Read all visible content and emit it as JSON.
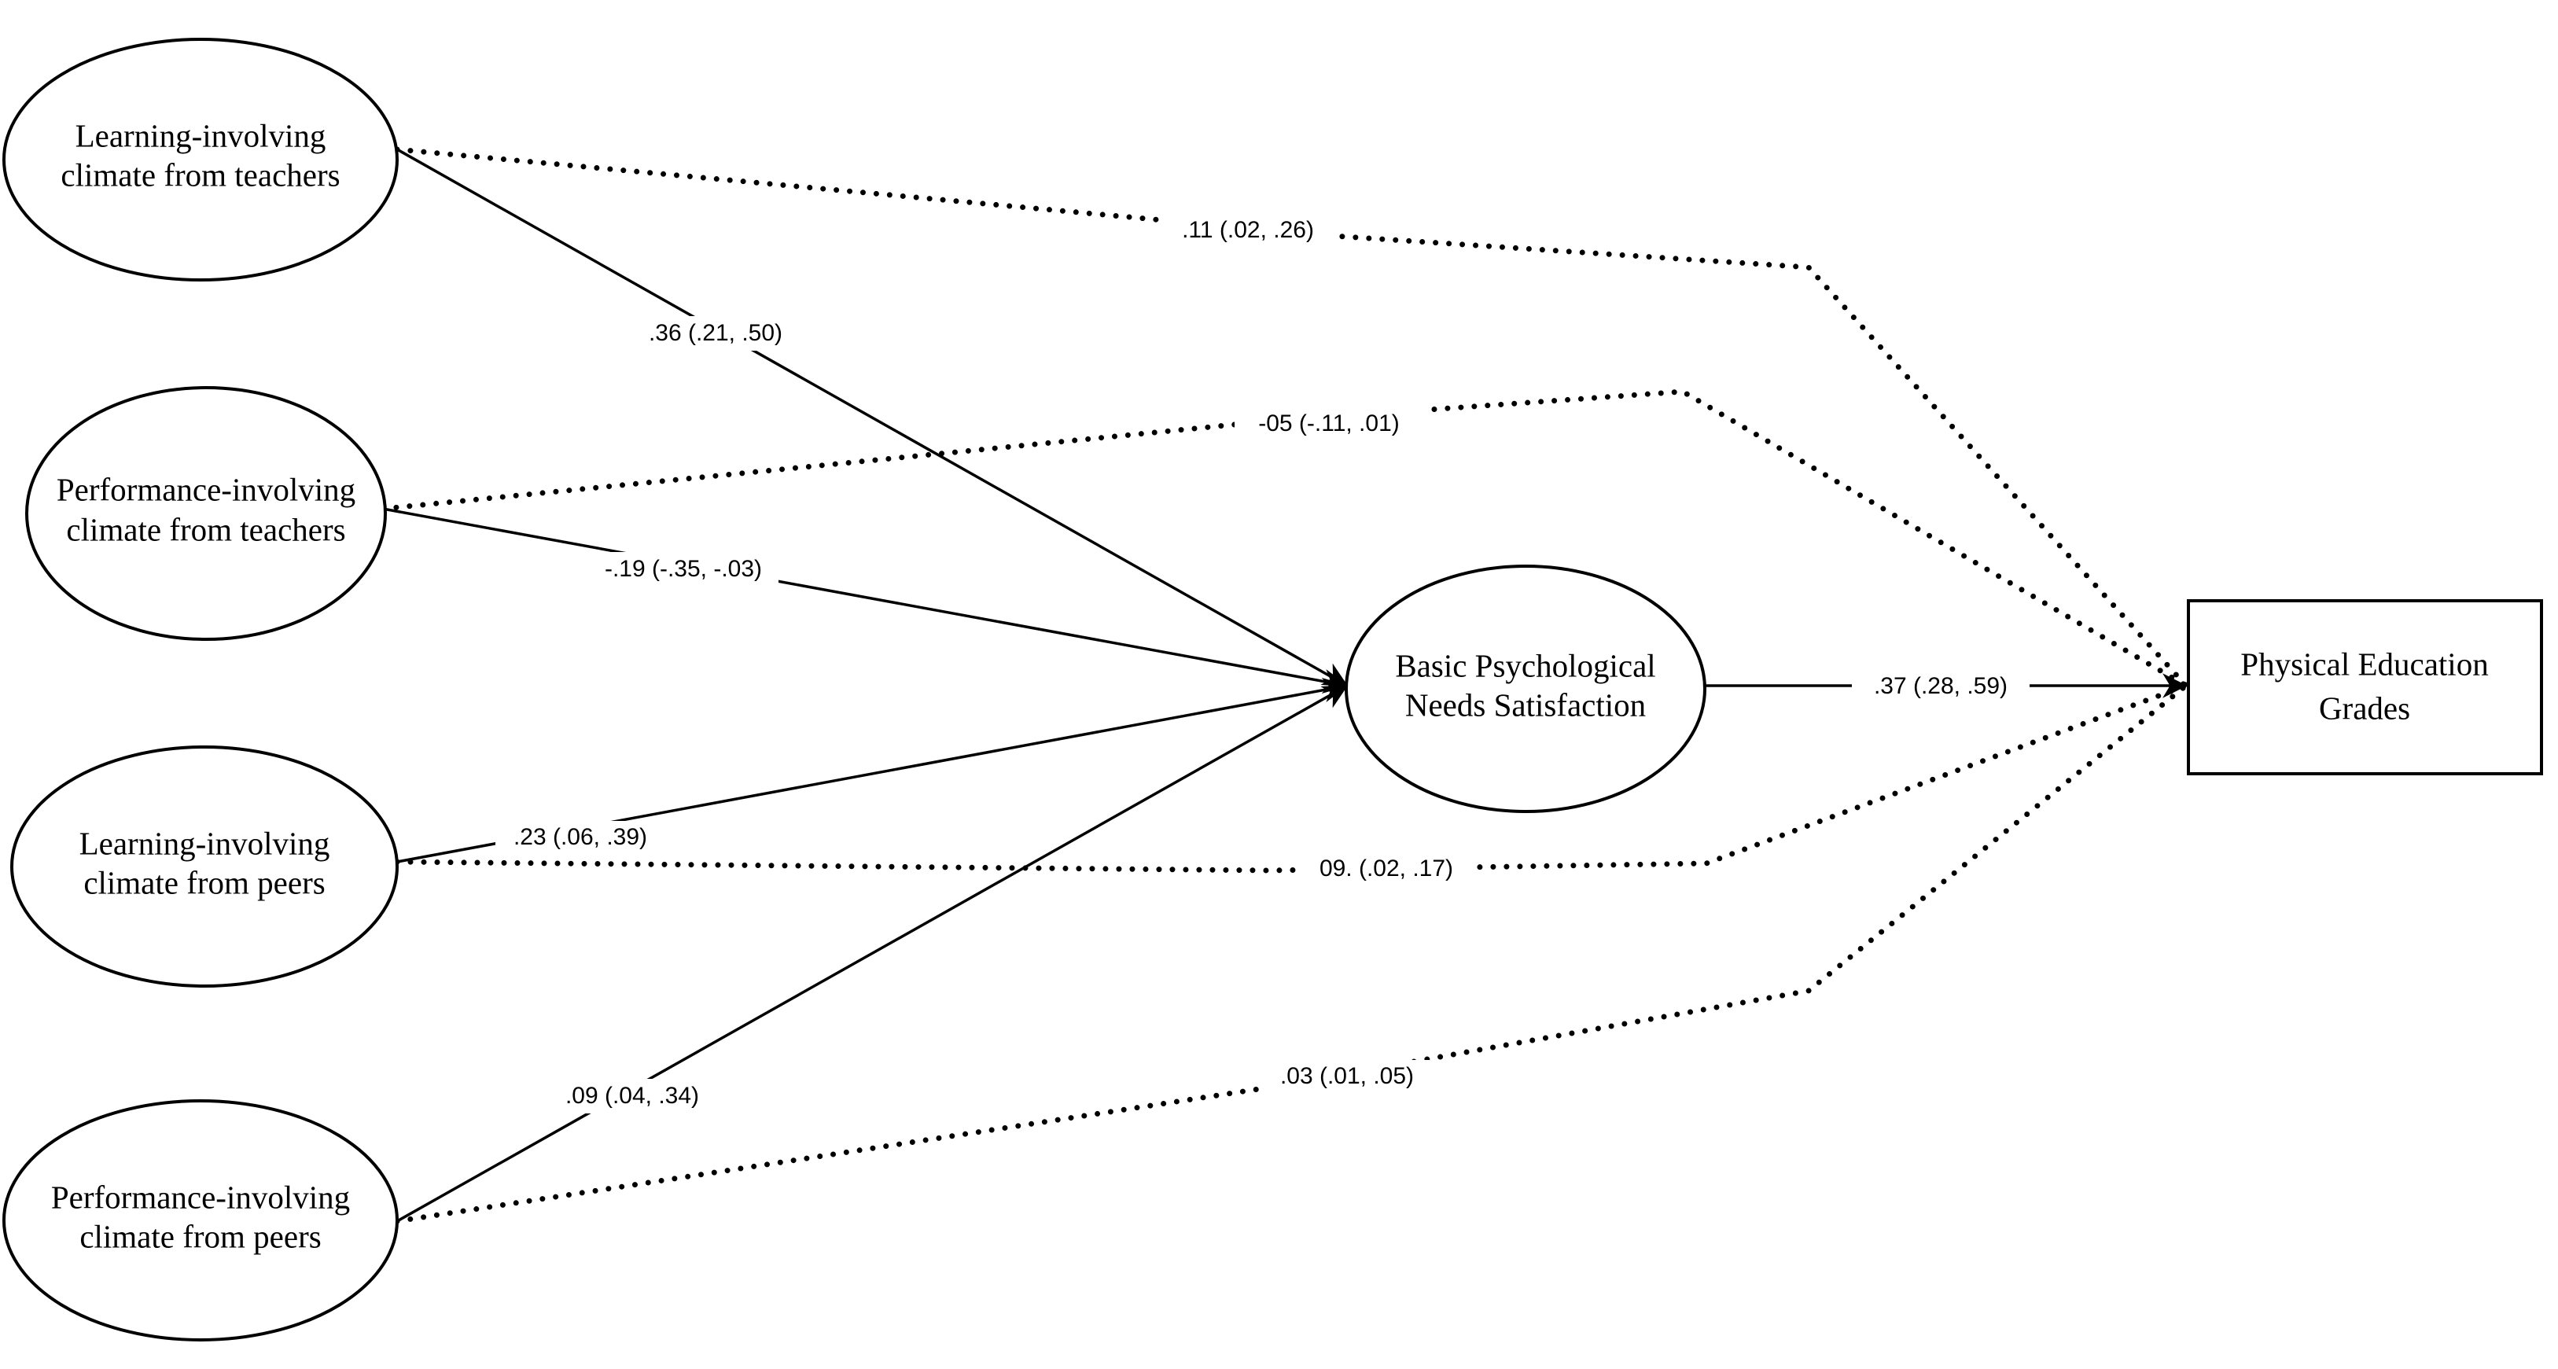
{
  "nodes": {
    "lit": {
      "lines": [
        "Learning-involving",
        "climate from teachers"
      ]
    },
    "pit": {
      "lines": [
        "Performance-involving",
        "climate from teachers"
      ]
    },
    "lip": {
      "lines": [
        "Learning-involving",
        "climate from peers"
      ]
    },
    "pip": {
      "lines": [
        "Performance-involving",
        "climate from peers"
      ]
    },
    "bpns": {
      "lines": [
        "Basic Psychological",
        "Needs Satisfaction"
      ]
    },
    "peg": {
      "lines": [
        "Physical Education",
        "Grades"
      ]
    }
  },
  "edges": [
    {
      "id": "lit-bpns",
      "from": "Learning-involving climate from teachers",
      "to": "Basic Psychological Needs Satisfaction",
      "style": "solid",
      "label": ".36 (.21, .50)"
    },
    {
      "id": "pit-bpns",
      "from": "Performance-involving climate from teachers",
      "to": "Basic Psychological Needs Satisfaction",
      "style": "solid",
      "label": "-.19 (-.35, -.03)"
    },
    {
      "id": "lip-bpns",
      "from": "Learning-involving climate from peers",
      "to": "Basic Psychological Needs Satisfaction",
      "style": "solid",
      "label": ".23 (.06, .39)"
    },
    {
      "id": "pip-bpns",
      "from": "Performance-involving climate from peers",
      "to": "Basic Psychological Needs Satisfaction",
      "style": "solid",
      "label": ".09 (.04, .34)"
    },
    {
      "id": "bpns-peg",
      "from": "Basic Psychological Needs Satisfaction",
      "to": "Physical Education Grades",
      "style": "solid",
      "label": ".37 (.28, .59)"
    },
    {
      "id": "lit-peg",
      "from": "Learning-involving climate from teachers",
      "to": "Physical Education Grades",
      "style": "dotted",
      "label": ".11 (.02, .26)"
    },
    {
      "id": "pit-peg",
      "from": "Performance-involving climate from teachers",
      "to": "Physical Education Grades",
      "style": "dotted",
      "label": "-05 (-.11, .01)"
    },
    {
      "id": "lip-peg",
      "from": "Learning-involving climate from peers",
      "to": "Physical Education Grades",
      "style": "dotted",
      "label": "09. (.02, .17)"
    },
    {
      "id": "pip-peg",
      "from": "Performance-involving climate from peers",
      "to": "Physical Education Grades",
      "style": "dotted",
      "label": ".03 (.01, .05)"
    }
  ]
}
